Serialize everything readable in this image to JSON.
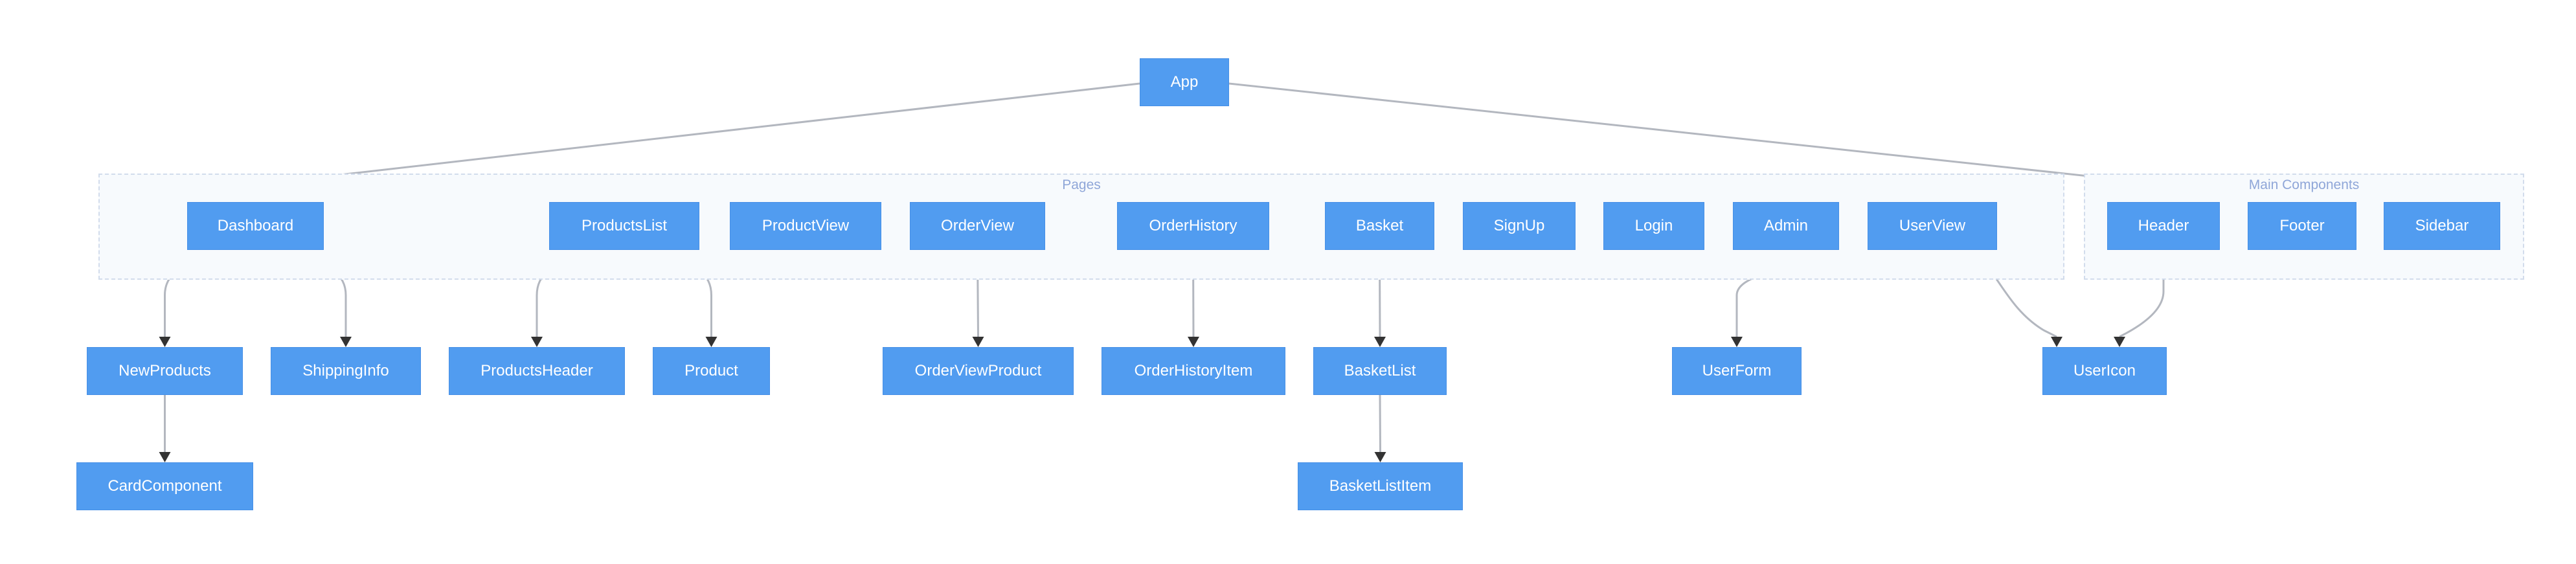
{
  "colors": {
    "node_fill": "#519cf0",
    "node_text": "#ffffff",
    "group_fill": "#f7fafd",
    "group_border": "#d2dcec",
    "group_label": "#8fa6d8",
    "edge": "#b3b7bf",
    "arrow": "#333333"
  },
  "groups": {
    "pages": {
      "label": "Pages"
    },
    "main_components": {
      "label": "Main Components"
    }
  },
  "nodes": {
    "app": "App",
    "dashboard": "Dashboard",
    "products_list": "ProductsList",
    "product_view": "ProductView",
    "order_view": "OrderView",
    "order_history": "OrderHistory",
    "basket": "Basket",
    "sign_up": "SignUp",
    "login": "Login",
    "admin": "Admin",
    "user_view": "UserView",
    "header": "Header",
    "footer": "Footer",
    "sidebar": "Sidebar",
    "new_products": "NewProducts",
    "shipping_info": "ShippingInfo",
    "products_header": "ProductsHeader",
    "product": "Product",
    "order_view_product": "OrderViewProduct",
    "order_history_item": "OrderHistoryItem",
    "basket_list": "BasketList",
    "user_form": "UserForm",
    "user_icon": "UserIcon",
    "card_component": "CardComponent",
    "basket_list_item": "BasketListItem"
  },
  "edges": [
    [
      "app",
      "dashboard"
    ],
    [
      "app",
      "header"
    ],
    [
      "dashboard",
      "new_products"
    ],
    [
      "dashboard",
      "shipping_info"
    ],
    [
      "products_list",
      "products_header"
    ],
    [
      "products_list",
      "product"
    ],
    [
      "order_view",
      "order_view_product"
    ],
    [
      "order_history",
      "order_history_item"
    ],
    [
      "basket",
      "basket_list"
    ],
    [
      "user_view",
      "user_form"
    ],
    [
      "user_view",
      "user_icon"
    ],
    [
      "header",
      "user_icon"
    ],
    [
      "new_products",
      "card_component"
    ],
    [
      "basket_list",
      "basket_list_item"
    ]
  ]
}
